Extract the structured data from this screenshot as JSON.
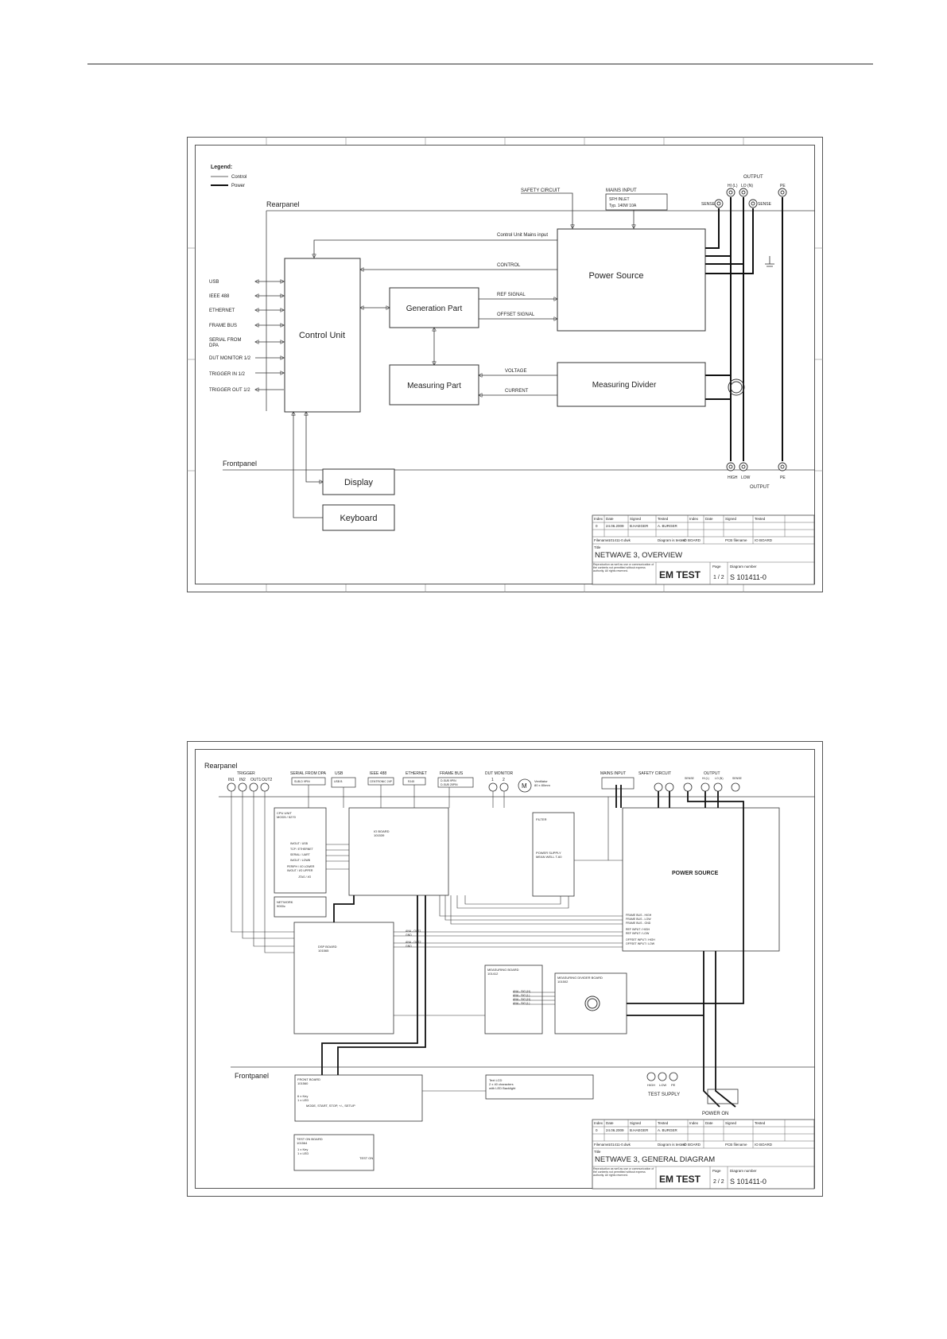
{
  "overview": {
    "legend": {
      "title": "Legend:",
      "control": "Control",
      "power": "Power"
    },
    "rearpanel": "Rearpanel",
    "frontpanel": "Frontpanel",
    "ports": [
      "USB",
      "IEEE 488",
      "ETHERNET",
      "FRAME BUS",
      "SERIAL FROM",
      "DPA",
      "DUT MONITOR 1/2",
      "TRIGGER IN 1/2",
      "TRIGGER OUT 1/2"
    ],
    "blocks": {
      "control_unit": "Control Unit",
      "generation_part": "Generation Part",
      "measuring_part": "Measuring Part",
      "power_source": "Power Source",
      "measuring_divider": "Measuring Divider",
      "display": "Display",
      "keyboard": "Keyboard"
    },
    "signals": {
      "safety_circuit": "SAFETY CIRCUIT",
      "mains_input": "MAINS INPUT",
      "mains_box_1": "SFH INLET",
      "mains_box_2": "Typ. 140W 10A",
      "control_unit_mains_input": "Control Unit Mains input",
      "control": "CONTROL",
      "ref_signal": "REF SIGNAL",
      "offset_signal": "OFFSET SIGNAL",
      "voltage": "VOLTAGE",
      "current": "CURRENT"
    },
    "output": {
      "title_top": "OUTPUT",
      "title_bottom": "OUTPUT",
      "high_n": "HI (L)",
      "low_n": "LO (N)",
      "pe": "PE",
      "sense_left": "SENSE",
      "sense_right": "SENSE",
      "high": "HIGH",
      "low": "LOW",
      "pe_bottom": "PE"
    },
    "title_block": {
      "headers": [
        "Index",
        "Date",
        "Signed",
        "Tested",
        "Index",
        "Date",
        "Signed",
        "Tested"
      ],
      "row": [
        "0",
        "24.06.2009",
        "B.HAEGER",
        "A. BURGER"
      ],
      "filename_label": "Filename",
      "filename": "101411-0.dwk",
      "diagram_tested_label": "Diagram is tested",
      "diagram_tested": "IO BOARD",
      "pcb_label": "PCB filename",
      "pcb": "IO BOARD",
      "title_label": "Title",
      "title": "NETWAVE 3, OVERVIEW",
      "notice": "Reproduction as well as use or communication of the contents not permitted without express authority. All rights reserved.",
      "company": "EM TEST",
      "page_label": "Page",
      "page": "1 / 2",
      "diagram_number_label": "Diagram number",
      "diagram_number": "S 101411-0"
    }
  },
  "general": {
    "rearpanel": "Rearpanel",
    "frontpanel": "Frontpanel",
    "top_labels": {
      "trigger": "TRIGGER",
      "serial_from_dpa": "SERIAL FROM DPA",
      "usb": "USB",
      "ieee488": "IEEE 488",
      "ethernet": "ETHERNET",
      "frame_bus": "FRAME BUS",
      "dut_monitor": "DUT MONITOR",
      "mains_input": "MAINS INPUT",
      "safety_circuit": "SAFETY CIRCUIT",
      "output": "OUTPUT"
    },
    "trigger_pins": [
      "IN1",
      "IN2",
      "OUT1",
      "OUT2"
    ],
    "dut_pins": [
      "1",
      "2"
    ],
    "connector_labels": [
      "SUB-D 9PIN",
      "USB B",
      "CENTRONIC 24P",
      "RJ45",
      "D-SUB 9PIN",
      "D-SUB 25PIN"
    ],
    "boards": {
      "cpu": "CPU UNIT",
      "cpu_sub": "MOD5 / 5270",
      "network": "NETWORK",
      "network_sub": "9000c",
      "io_board": "IO BOARD",
      "io_sub": "101539",
      "dsp_board": "DSP BOARD",
      "dsp_sub": "101565",
      "measuring_board": "MEASURING BOARD",
      "measuring_sub": "101412",
      "divider_board": "MEASURING DIVIDER BOARD",
      "divider_sub": "101502",
      "filter": "FILTER",
      "power_supply": "POWER SUPPLY",
      "power_supply_sub": "MEAN WELL T-60",
      "power_source": "POWER SOURCE",
      "front_board": "FRONT BOARD",
      "front_sub": "101560",
      "test_on_board": "TEST ON BOARD",
      "test_on_sub": "101564",
      "text_lcd": "Text LCD",
      "text_lcd_2": "2 x 40 characters",
      "text_lcd_3": "with LED Backlight"
    },
    "cpu_ports": [
      "IN/OUT / USB",
      "TCP / ETHERNET",
      "SERIAL / UART",
      "IN/OUT / LOWB",
      "PERIPH / I/O LOWER",
      "IN/OUT / I/O UPPER",
      "JTAG / I/O"
    ],
    "power_source_signals": [
      "FRAME BUS - HIGH",
      "FRAME BUS - LOW",
      "FRAME BUS - GND",
      "REF INPUT / HIGH",
      "REF INPUT / LOW",
      "OFFSET INPUT / HIGH",
      "OFFSET INPUT / LOW"
    ],
    "dsp_signals": [
      "ANA - OUT1",
      "GND",
      "ANA - OUT2",
      "GND"
    ],
    "measuring_signals": [
      "ANA - SIG (H)",
      "ANA - SIG (L)",
      "ANA - SIG (H)",
      "ANA - SIG (L)"
    ],
    "front": {
      "keys_label": "MODE, START, STOP, +/-, SETUP",
      "keys_note": "6 x Key",
      "led_note": "1 x LED",
      "test_on": "TEST ON",
      "test_note_1": "1 x Key",
      "test_note_2": "1 x LED",
      "test_supply": "TEST SUPPLY",
      "power_on": "POWER ON",
      "ts_high": "HIGH",
      "ts_low": "LOW",
      "ts_pe": "PE"
    },
    "output_labels": [
      "SENSE",
      "HI (L)",
      "LO (N)",
      "SENSE"
    ],
    "fan": "Ventilator",
    "fan_sub": "80 x 80mm",
    "title_block": {
      "headers": [
        "Index",
        "Date",
        "Signed",
        "Tested",
        "Index",
        "Date",
        "Signed",
        "Tested"
      ],
      "row": [
        "0",
        "24.06.2009",
        "B.HAEGER",
        "A. BURGER"
      ],
      "filename_label": "Filename",
      "filename": "101411-0.dwk",
      "diagram_tested_label": "Diagram is tested",
      "diagram_tested": "IO BOARD",
      "pcb_label": "PCB filename",
      "pcb": "IO BOARD",
      "title_label": "Title",
      "title": "NETWAVE 3, GENERAL DIAGRAM",
      "notice": "Reproduction as well as use or communication of the contents not permitted without express authority. All rights reserved.",
      "company": "EM TEST",
      "page_label": "Page",
      "page": "2 / 2",
      "diagram_number_label": "Diagram number",
      "diagram_number": "S 101411-0"
    }
  }
}
